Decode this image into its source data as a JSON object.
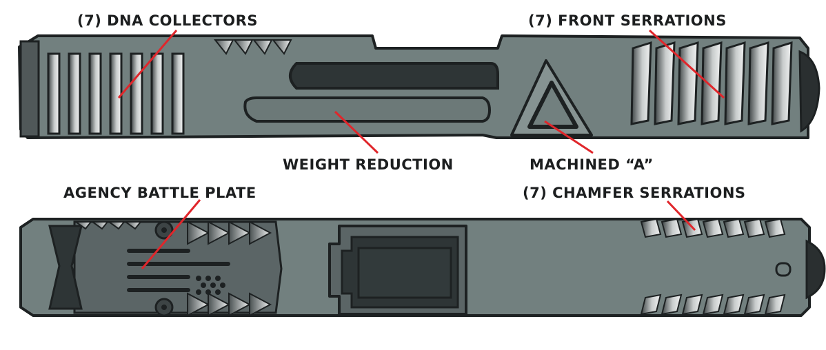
{
  "labels": {
    "dna_collectors": "(7) DNA COLLECTORS",
    "front_serrations": "(7) FRONT SERRATIONS",
    "weight_reduction": "WEIGHT REDUCTION",
    "machined_a": "MACHINED “A”",
    "agency_battle_plate": "AGENCY BATTLE PLATE",
    "chamfer_serrations": "(7) CHAMFER SERRATIONS"
  },
  "colors": {
    "slide_body": "#72807f",
    "slide_dark": "#3a4142",
    "outline": "#1d2122",
    "pointer": "#e0262b",
    "label_text": "#1c1e1f"
  }
}
